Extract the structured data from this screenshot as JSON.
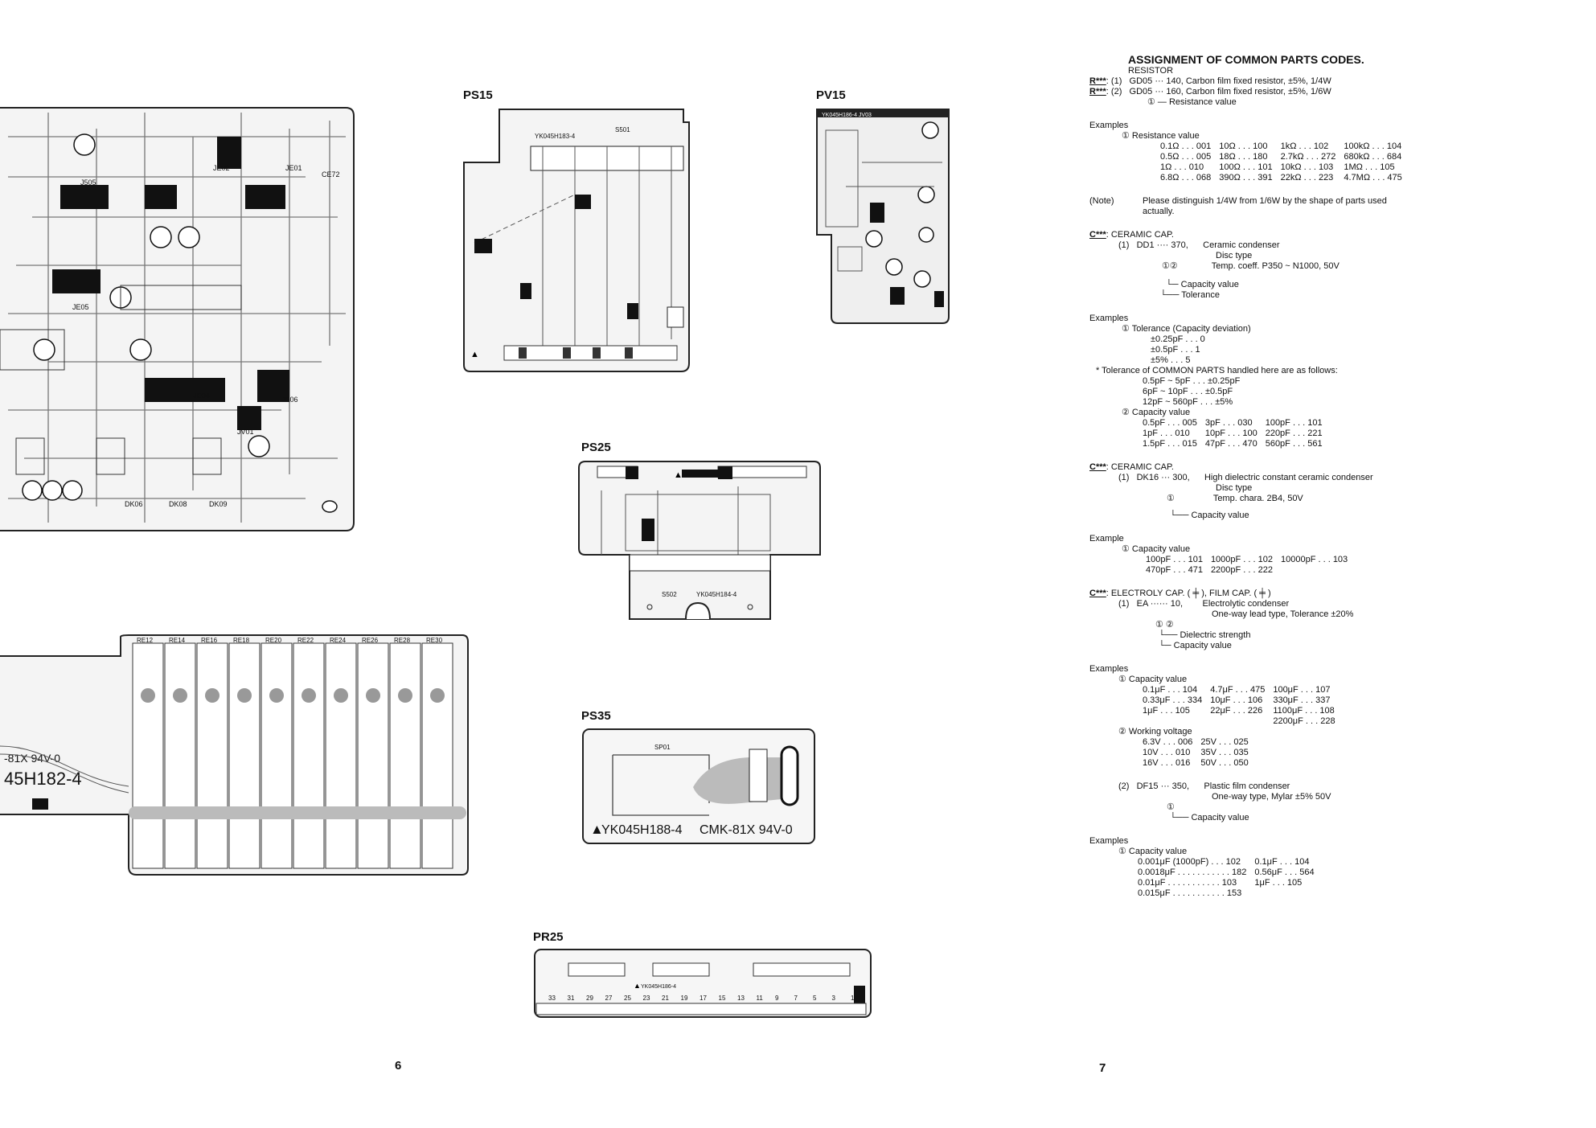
{
  "boards": {
    "ps15": "PS15",
    "pv15": "PV15",
    "ps25": "PS25",
    "ps35": "PS35",
    "pr25": "PR25"
  },
  "pcb_texts": {
    "ps15_code": "YK045H183-4",
    "ps15_s501": "S501",
    "pv15_code": "YK045H186-4  JV03",
    "ps25_code": "YK045H184-4",
    "ps25_s502": "S502",
    "ps35_code": "YK045H188-4",
    "ps35_cmk": "CMK-81X  94V-0",
    "ps35_sp01": "SP01",
    "pr25_code": "YK045H186-4",
    "left_code": "45H182-4",
    "left_cmk": "-81X  94V-0",
    "re_labels": [
      "RE12",
      "RE14",
      "RE16",
      "RE18",
      "RE20",
      "RE22",
      "RE24",
      "RE26",
      "RE28",
      "RE30"
    ],
    "pr25_numbers": [
      "33",
      "31",
      "29",
      "27",
      "25",
      "23",
      "21",
      "19",
      "17",
      "15",
      "13",
      "11",
      "9",
      "7",
      "5",
      "3",
      "1"
    ]
  },
  "page_numbers": {
    "left": "6",
    "right": "7"
  },
  "sheet": {
    "title": "ASSIGNMENT OF COMMON PARTS CODES.",
    "resistor_heading": "RESISTOR",
    "r1_code": "R***",
    "r1_text": ": (1)   GD05 ··· 140, Carbon film fixed resistor, ±5%, 1/4W",
    "r2_code": "R***",
    "r2_text": ": (2)   GD05 ··· 160, Carbon film fixed resistor, ±5%, 1/6W",
    "r_note": "① — Resistance value",
    "ex1": "Examples",
    "ex1_item": "①   Resistance value",
    "res_table": [
      [
        "0.1Ω . . . 001",
        "10Ω . . . 100",
        "1kΩ . . . 102",
        "100kΩ . . . 104"
      ],
      [
        "0.5Ω . . . 005",
        "18Ω . . . 180",
        "2.7kΩ . . . 272",
        "680kΩ . . . 684"
      ],
      [
        "1Ω . . . 010",
        "100Ω . . . 101",
        "10kΩ . . . 103",
        "1MΩ . . . 105"
      ],
      [
        "6.8Ω . . . 068",
        "390Ω . . . 391",
        "22kΩ . . . 223",
        "4.7MΩ . . . 475"
      ]
    ],
    "note_label": "(Note)",
    "note_text": "Please distinguish 1/4W from 1/6W by the shape of parts used actually.",
    "c1_code": "C***",
    "c1_head": ": CERAMIC CAP.",
    "c1_line": "(1)   DD1 ···· 370,      Ceramic condenser",
    "c1_l2": "Disc type",
    "c1_l3": "Temp. coeff. P350 ~ N1000, 50V",
    "c1_marks": "①②",
    "c1_cap": "Capacity value",
    "c1_tol": "Tolerance",
    "ex2": "Examples",
    "ex2_item": "①   Tolerance (Capacity deviation)",
    "tol_vals": [
      "±0.25pF . . . 0",
      "±0.5pF . . . 1",
      "±5% . . . 5"
    ],
    "tol_note": "* Tolerance of COMMON PARTS handled here are as follows:",
    "tol_list": [
      "0.5pF ~   5pF . . . ±0.25pF",
      "6pF ~  10pF . . . ±0.5pF",
      "12pF ~ 560pF . . . ±5%"
    ],
    "ex2_item2": "②   Capacity value",
    "cap_table": [
      [
        "0.5pF . . . 005",
        "3pF . . . 030",
        "100pF . . . 101"
      ],
      [
        "1pF . . . 010",
        "10pF . . . 100",
        "220pF . . . 221"
      ],
      [
        "1.5pF . . . 015",
        "47pF . . . 470",
        "560pF . . . 561"
      ]
    ],
    "c2_code": "C***",
    "c2_head": ": CERAMIC CAP.",
    "c2_line": "(1)   DK16 ··· 300,      High dielectric constant ceramic condenser",
    "c2_l2": "Disc type",
    "c2_l3": "Temp. chara. 2B4, 50V",
    "c2_mark": "①",
    "c2_cap": "Capacity value",
    "ex3": "Example",
    "ex3_item": "①   Capacity value",
    "cap2_table": [
      [
        "100pF . . . 101",
        "1000pF . . . 102",
        "10000pF . . . 103"
      ],
      [
        "470pF . . . 471",
        "2200pF . . . 222",
        ""
      ]
    ],
    "c3_code": "C***",
    "c3_head": ": ELECTROLY CAP. ( ╪ ), FILM CAP. ( ╪ )",
    "c3_line": "(1)   EA ······ 10,        Electrolytic condenser",
    "c3_l2": "One-way lead type, Tolerance ±20%",
    "c3_marks": "① ②",
    "c3_diel": "Dielectric strength",
    "c3_cap": "Capacity value",
    "ex4": "Examples",
    "ex4_item": "①   Capacity value",
    "cap3_table": [
      [
        "0.1μF . . . 104",
        "4.7μF . . . 475",
        "100μF . . . 107"
      ],
      [
        "0.33μF . . . 334",
        "10μF . . . 106",
        "330μF . . . 337"
      ],
      [
        "1μF . . . 105",
        "22μF . . . 226",
        "1100μF . . . 108"
      ],
      [
        "",
        "",
        "2200μF . . . 228"
      ]
    ],
    "ex4_item2": "②   Working voltage",
    "volt_table": [
      [
        "6.3V . . . 006",
        "25V . . . 025"
      ],
      [
        "10V . . . 010",
        "35V . . . 035"
      ],
      [
        "16V . . . 016",
        "50V . . . 050"
      ]
    ],
    "c4_line": "(2)   DF15 ··· 350,      Plastic film condenser",
    "c4_l2": "One-way type, Mylar ±5% 50V",
    "c4_mark": "①",
    "c4_cap": "Capacity value",
    "ex5": "Examples",
    "ex5_item": "①   Capacity value",
    "cap4_table": [
      [
        "0.001μF (1000pF) . . . 102",
        "0.1μF . . . 104"
      ],
      [
        "0.0018μF . . . . . . . . . . . 182",
        "0.56μF . . . 564"
      ],
      [
        "0.01μF . . . . . . . . . . . 103",
        "1μF . . . 105"
      ],
      [
        "0.015μF . . . . . . . . . . . 153",
        ""
      ]
    ]
  }
}
